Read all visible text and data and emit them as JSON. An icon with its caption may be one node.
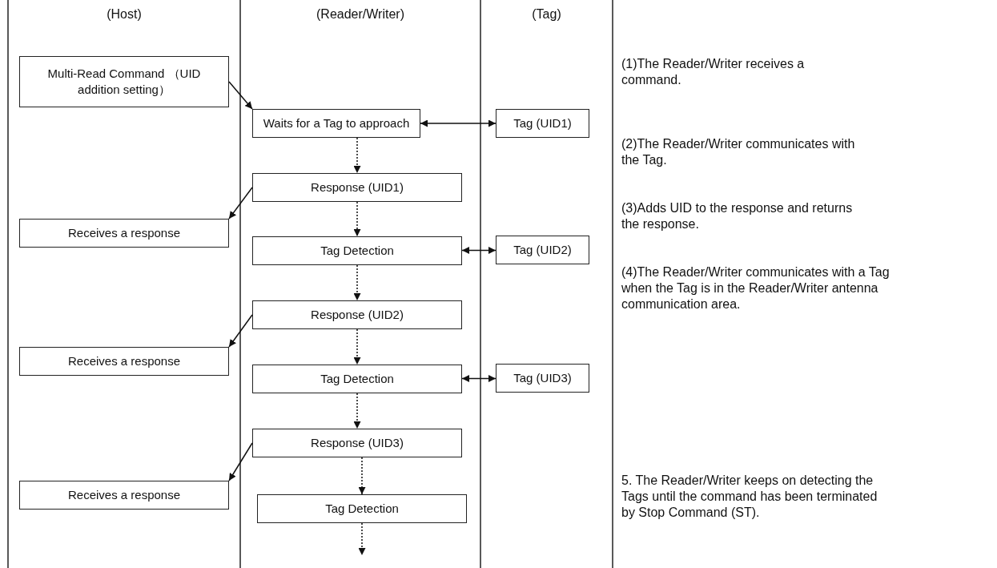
{
  "diagram": {
    "nodes": [
      {
        "text": [
          "Multi-Read Command （UID addition setting）"
        ]
      },
      {
        "text": [
          "Waits for a Tag to approach"
        ]
      },
      {
        "text": [
          "Tag (UID1)"
        ]
      },
      {
        "text": [
          "Response (UID1)"
        ]
      },
      {
        "text": [
          "Receives a response"
        ]
      },
      {
        "text": [
          "Tag Detection"
        ]
      },
      {
        "text": [
          "Tag (UID2)"
        ]
      },
      {
        "text": [
          "Response (UID2)"
        ]
      },
      {
        "text": [
          "Receives a response"
        ]
      },
      {
        "text": [
          "Tag Detection"
        ]
      },
      {
        "text": [
          "Tag (UID3)"
        ]
      },
      {
        "text": [
          "Response (UID3)"
        ]
      },
      {
        "text": [
          "Receives a response"
        ]
      },
      {
        "text": [
          "Tag Detection"
        ]
      }
    ],
    "edges": [
      {
        "from": 0,
        "to": 1,
        "arrow": "to"
      },
      {
        "from": 1,
        "to": 2,
        "arrow": "both"
      },
      {
        "from": 1,
        "to": 3,
        "arrow": "to",
        "style": "dashed"
      },
      {
        "from": 3,
        "to": 4,
        "arrow": "to"
      },
      {
        "from": 3,
        "to": 5,
        "arrow": "to",
        "style": "dashed"
      },
      {
        "from": 5,
        "to": 6,
        "arrow": "both"
      },
      {
        "from": 5,
        "to": 7,
        "arrow": "to",
        "style": "dashed"
      },
      {
        "from": 7,
        "to": 8,
        "arrow": "to"
      },
      {
        "from": 7,
        "to": 9,
        "arrow": "to",
        "style": "dashed"
      },
      {
        "from": 9,
        "to": 10,
        "arrow": "both"
      },
      {
        "from": 9,
        "to": 11,
        "arrow": "to",
        "style": "dashed"
      },
      {
        "from": 11,
        "to": 12,
        "arrow": "to"
      },
      {
        "from": 11,
        "to": 13,
        "arrow": "to",
        "style": "dashed"
      },
      {
        "from": 13,
        "to": null,
        "arrow": "to",
        "style": "dashed"
      }
    ],
    "labels": [
      "(Host)",
      "(Reader/Writer)",
      "(Tag)",
      "(1)The Reader/Writer receives a command.",
      "(2)The Reader/Writer communicates with the Tag.",
      "(3)Adds UID to the response and returns the response.",
      "(4)The Reader/Writer communicates with a Tag when the Tag is in the Reader/Writer antenna communication area.",
      "5. The Reader/Writer keeps on detecting the Tags until the command has been terminated by Stop Command (ST)."
    ]
  }
}
